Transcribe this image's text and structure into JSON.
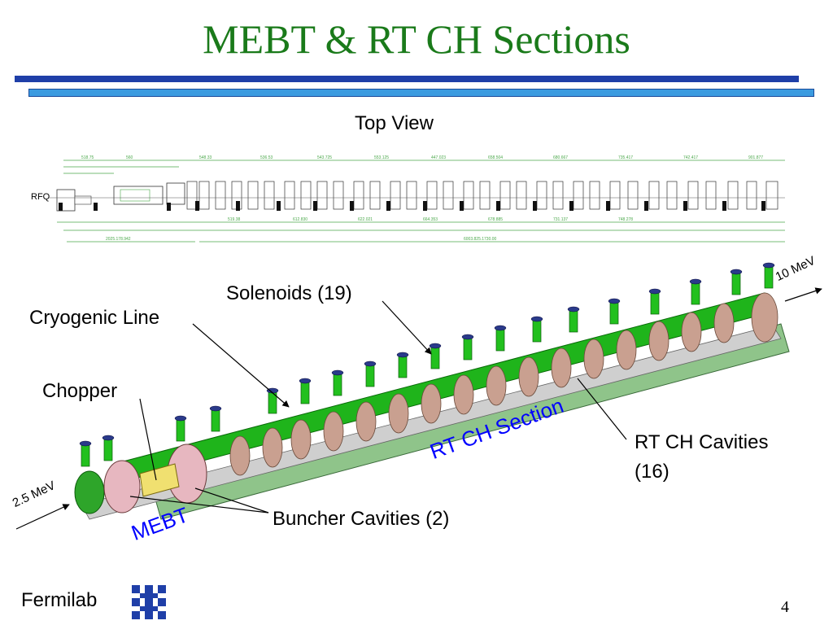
{
  "slide": {
    "title": "MEBT & RT CH Sections",
    "page_number": "4",
    "footer_org": "Fermilab"
  },
  "top_view": {
    "caption": "Top View",
    "rfq_label": "RFQ"
  },
  "labels": {
    "solenoids": "Solenoids (19)",
    "cryogenic_line": "Cryogenic Line",
    "chopper": "Chopper",
    "rt_ch_section": "RT CH Section",
    "rt_ch_cavities_line1": "RT CH Cavities",
    "rt_ch_cavities_line2": "(16)",
    "buncher_cavities": "Buncher Cavities (2)",
    "mebt": "MEBT",
    "energy_in": "2.5 MeV",
    "energy_out": "10 MeV"
  },
  "colors": {
    "title": "#1a7a1a",
    "rule_dark": "#1f3fa8",
    "rule_light": "#3b9be0",
    "section_label": "#0000ff",
    "solenoid": "#22c01e",
    "cavity": "#d9a8a0",
    "chopper": "#f0e070"
  },
  "icons": [
    "fermilab-logo-icon"
  ]
}
